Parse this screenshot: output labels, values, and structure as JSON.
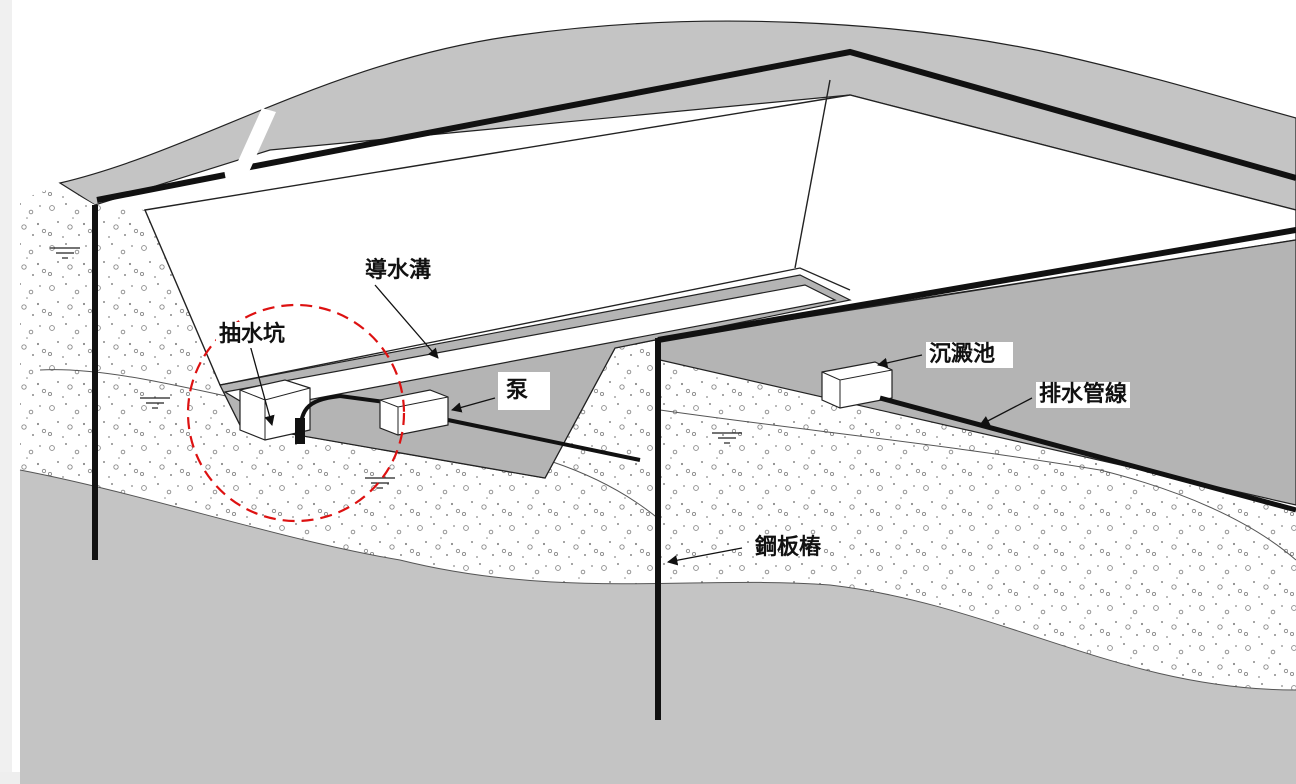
{
  "labels": {
    "guide_ditch": "導水溝",
    "sump_pit": "抽水坑",
    "pump": "泵",
    "settling_tank": "沉澱池",
    "drain_pipe": "排水管線",
    "sheet_pile": "鋼板樁"
  },
  "icons": [
    "water-level-icon",
    "sump-pit-box-icon",
    "pump-box-icon",
    "settling-tank-box-icon",
    "highlight-circle-icon"
  ],
  "colors": {
    "ground_shade": "#c4c4c4",
    "sheet_pile": "#111111",
    "highlight_circle": "#dd1111",
    "soil_fill": "#ffffff"
  }
}
